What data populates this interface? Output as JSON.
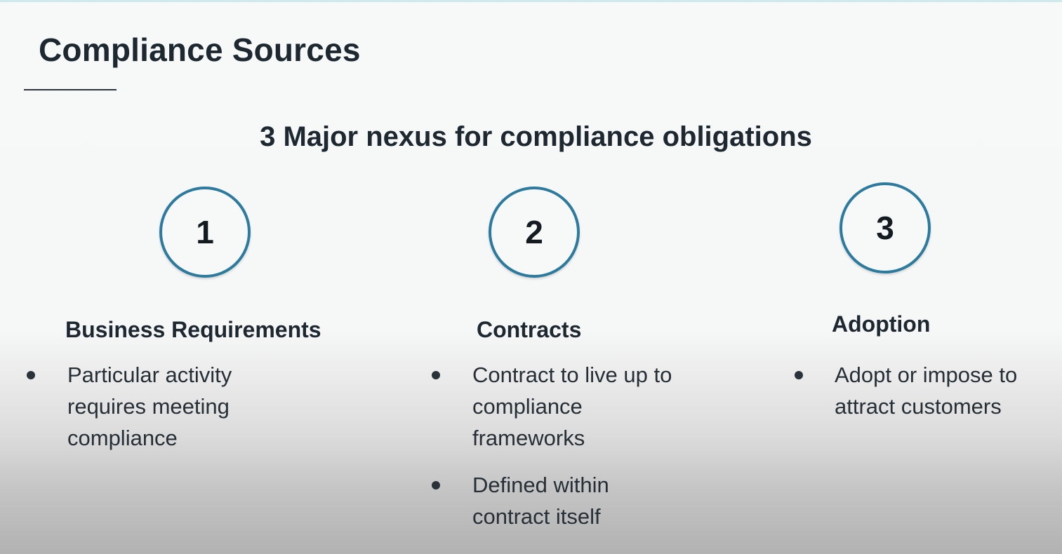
{
  "slide": {
    "title": "Compliance Sources",
    "subtitle": "3 Major nexus for compliance obligations"
  },
  "columns": [
    {
      "number": "1",
      "heading": "Business Requirements",
      "bullets": [
        "Particular activity requires meeting compliance"
      ]
    },
    {
      "number": "2",
      "heading": "Contracts",
      "bullets": [
        "Contract to live up to compliance frameworks",
        "Defined within contract itself"
      ]
    },
    {
      "number": "3",
      "heading": "Adoption",
      "bullets": [
        "Adopt or impose to attract customers"
      ]
    }
  ],
  "colors": {
    "badge_border": "#2d7a9f",
    "text": "#1d2830"
  }
}
